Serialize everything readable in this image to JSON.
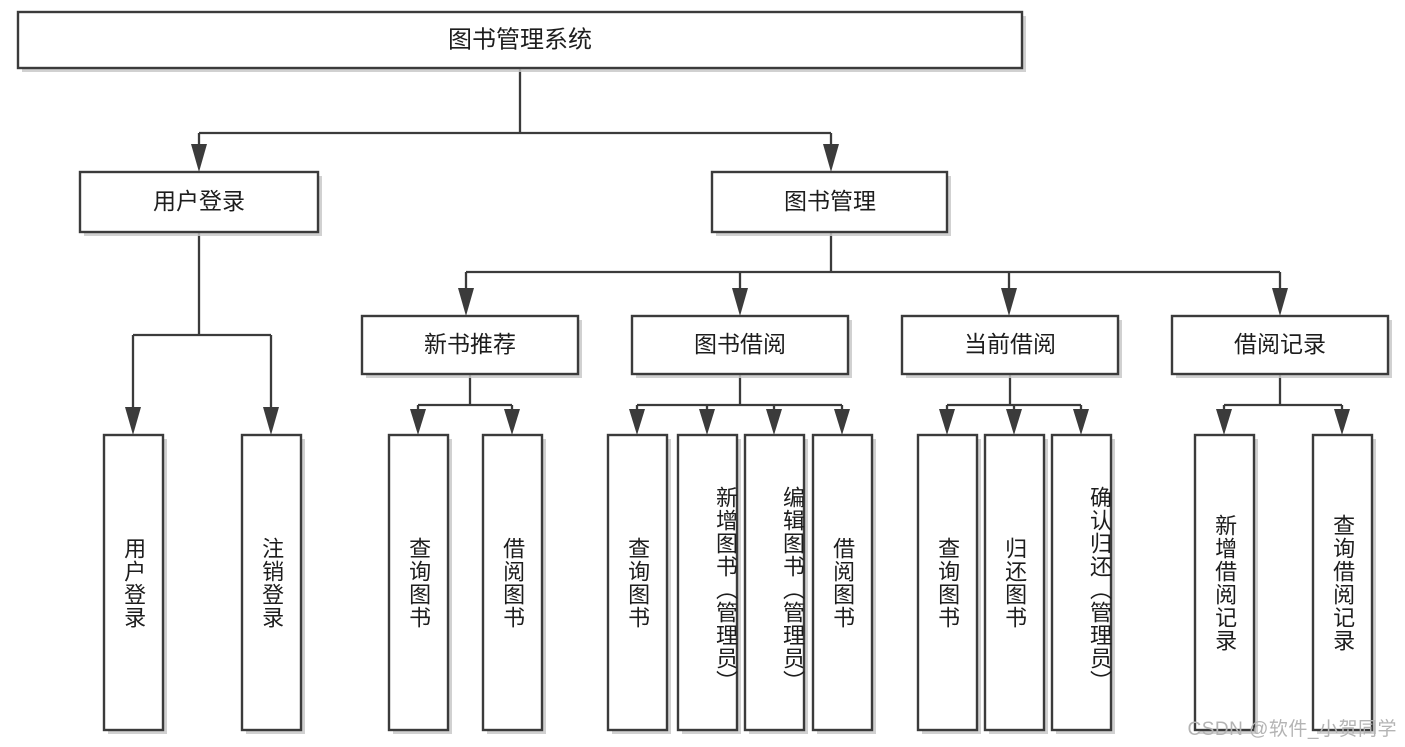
{
  "diagram": {
    "title": "图书管理系统",
    "type": "tree",
    "watermark": "CSDN @软件_小贺同学",
    "colors": {
      "stroke": "#3b3b3b",
      "fill": "#ffffff",
      "shadow": "#c9c9c9",
      "text": "#1d1d1d",
      "watermark": "#b4b4b4"
    },
    "root": {
      "label": "图书管理系统"
    },
    "level2": [
      {
        "label": "用户登录"
      },
      {
        "label": "图书管理"
      }
    ],
    "level3": [
      {
        "label": "新书推荐"
      },
      {
        "label": "图书借阅"
      },
      {
        "label": "当前借阅"
      },
      {
        "label": "借阅记录"
      }
    ],
    "leaves": {
      "user_login": [
        {
          "label": "用户登录"
        },
        {
          "label": "注销登录"
        }
      ],
      "new_book_recommend": [
        {
          "label": "查询图书"
        },
        {
          "label": "借阅图书"
        }
      ],
      "book_borrow": [
        {
          "label": "查询图书"
        },
        {
          "label": "新增图书（管理员）"
        },
        {
          "label": "编辑图书（管理员）"
        },
        {
          "label": "借阅图书"
        }
      ],
      "current_borrow": [
        {
          "label": "查询图书"
        },
        {
          "label": "归还图书"
        },
        {
          "label": "确认归还（管理员）"
        }
      ],
      "borrow_record": [
        {
          "label": "新增借阅记录"
        },
        {
          "label": "查询借阅记录"
        }
      ]
    }
  }
}
